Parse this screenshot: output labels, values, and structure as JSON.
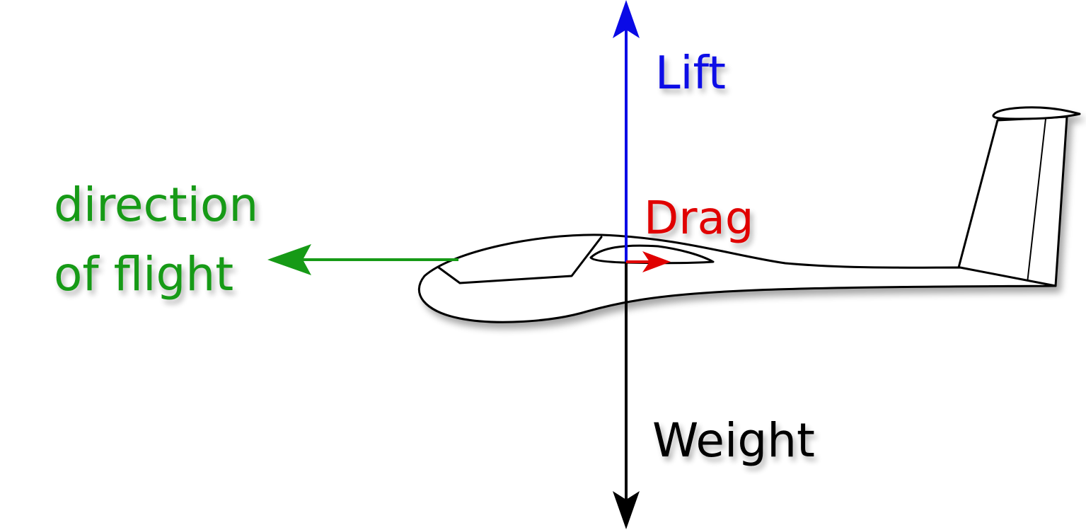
{
  "labels": {
    "lift": "Lift",
    "drag": "Drag",
    "weight": "Weight",
    "direction_line1": "direction",
    "direction_line2": "of flight"
  },
  "colors": {
    "lift": "#0a0ae6",
    "drag": "#e00000",
    "weight": "#000000",
    "direction": "#169a16",
    "outline": "#000000"
  }
}
